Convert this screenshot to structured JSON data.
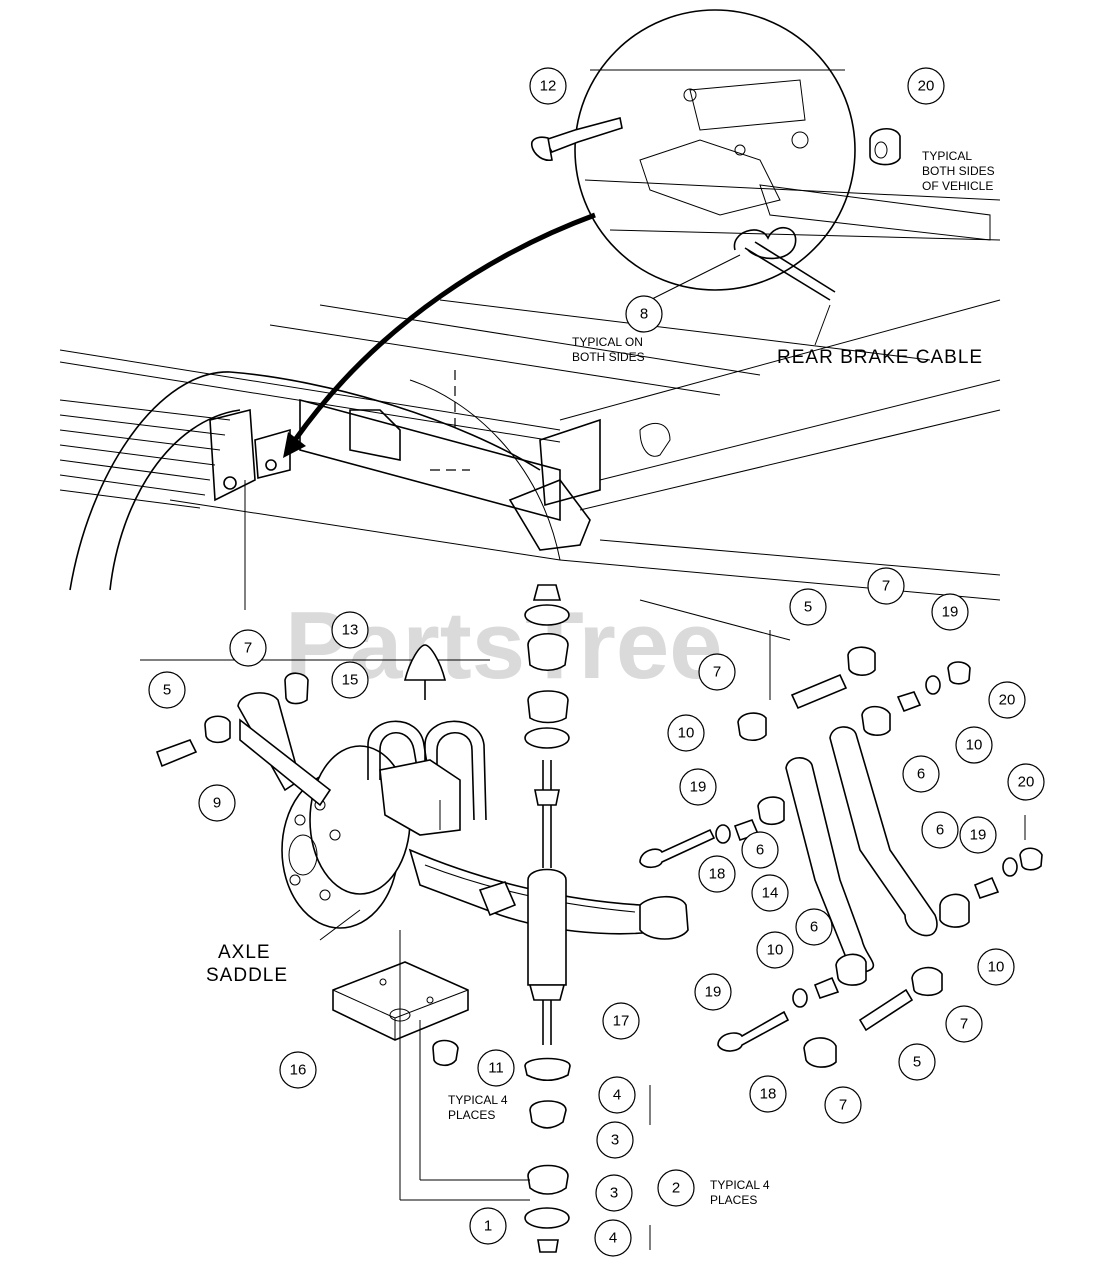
{
  "watermark": "PartsTree",
  "labels": {
    "rear_brake_cable": "REAR BRAKE CABLE",
    "axle_saddle_line1": "AXLE",
    "axle_saddle_line2": "SADDLE"
  },
  "notes": {
    "typical_both_sides_vehicle": [
      "TYPICAL",
      "BOTH SIDES",
      "OF VEHICLE"
    ],
    "typical_on_both_sides": [
      "TYPICAL ON",
      "BOTH SIDES"
    ],
    "typical_4_places_left": [
      "TYPICAL 4",
      "PLACES"
    ],
    "typical_4_places_right": [
      "TYPICAL 4",
      "PLACES"
    ]
  },
  "callouts": [
    "12",
    "20",
    "8",
    "13",
    "15",
    "7",
    "5",
    "9",
    "5",
    "7",
    "7",
    "19",
    "20",
    "10",
    "10",
    "6",
    "19",
    "6",
    "18",
    "14",
    "20",
    "19",
    "6",
    "10",
    "10",
    "6",
    "19",
    "5",
    "7",
    "18",
    "7",
    "16",
    "11",
    "17",
    "4",
    "3",
    "3",
    "2",
    "1",
    "4"
  ]
}
